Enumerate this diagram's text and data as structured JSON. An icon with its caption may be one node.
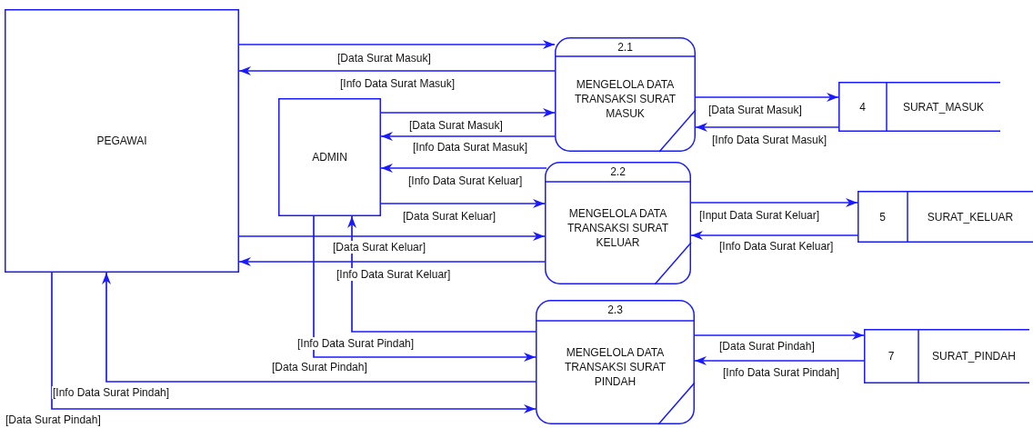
{
  "diagram": {
    "nodes": [
      {
        "text": [
          "PEGAWAI"
        ]
      },
      {
        "text": [
          "ADMIN"
        ]
      },
      {
        "text": [
          "2.1",
          "MENGELOLA DATA TRANSAKSI SURAT MASUK"
        ]
      },
      {
        "text": [
          "2.2",
          "MENGELOLA DATA TRANSAKSI SURAT KELUAR"
        ]
      },
      {
        "text": [
          "2.3",
          "MENGELOLA DATA TRANSAKSI SURAT PINDAH"
        ]
      },
      {
        "text": [
          "4",
          "SURAT_MASUK"
        ]
      },
      {
        "text": [
          "5",
          "SURAT_KELUAR"
        ]
      },
      {
        "text": [
          "7",
          "SURAT_PINDAH"
        ]
      }
    ],
    "edges": [
      {
        "from": 0,
        "to": 2,
        "arrow": "to",
        "label": "[Data Surat Masuk]"
      },
      {
        "from": 2,
        "to": 0,
        "arrow": "to",
        "label": "[Info Data Surat Masuk]"
      },
      {
        "from": 1,
        "to": 2,
        "arrow": "to",
        "label": "[Data Surat Masuk]"
      },
      {
        "from": 2,
        "to": 1,
        "arrow": "to",
        "label": "[Info Data Surat Masuk]"
      },
      {
        "from": 3,
        "to": 1,
        "arrow": "to",
        "label": "[Info Data Surat Keluar]"
      },
      {
        "from": 1,
        "to": 3,
        "arrow": "to",
        "label": "[Data Surat Keluar]"
      },
      {
        "from": 0,
        "to": 3,
        "arrow": "to",
        "label": "[Data Surat Keluar]"
      },
      {
        "from": 3,
        "to": 0,
        "arrow": "to",
        "label": "[Info Data Surat Keluar]"
      },
      {
        "from": 4,
        "to": 1,
        "arrow": "to",
        "label": "[Info Data Surat Pindah]"
      },
      {
        "from": 1,
        "to": 4,
        "arrow": "to",
        "label": "[Data Surat Pindah]"
      },
      {
        "from": 4,
        "to": 0,
        "arrow": "to",
        "label": "[Info Data Surat Pindah]"
      },
      {
        "from": 0,
        "to": 4,
        "arrow": "to",
        "label": "[Data Surat Pindah]"
      },
      {
        "from": 2,
        "to": 5,
        "arrow": "to",
        "label": "[Data Surat Masuk]"
      },
      {
        "from": 5,
        "to": 2,
        "arrow": "to",
        "label": "[Info Data Surat Masuk]"
      },
      {
        "from": 3,
        "to": 6,
        "arrow": "to",
        "label": "[Input Data Surat Keluar]"
      },
      {
        "from": 6,
        "to": 3,
        "arrow": "to",
        "label": "[Info Data Surat Keluar]"
      },
      {
        "from": 4,
        "to": 7,
        "arrow": "to",
        "label": "[Data Surat Pindah]"
      },
      {
        "from": 7,
        "to": 4,
        "arrow": "to",
        "label": "[Info Data Surat Pindah]"
      }
    ]
  }
}
